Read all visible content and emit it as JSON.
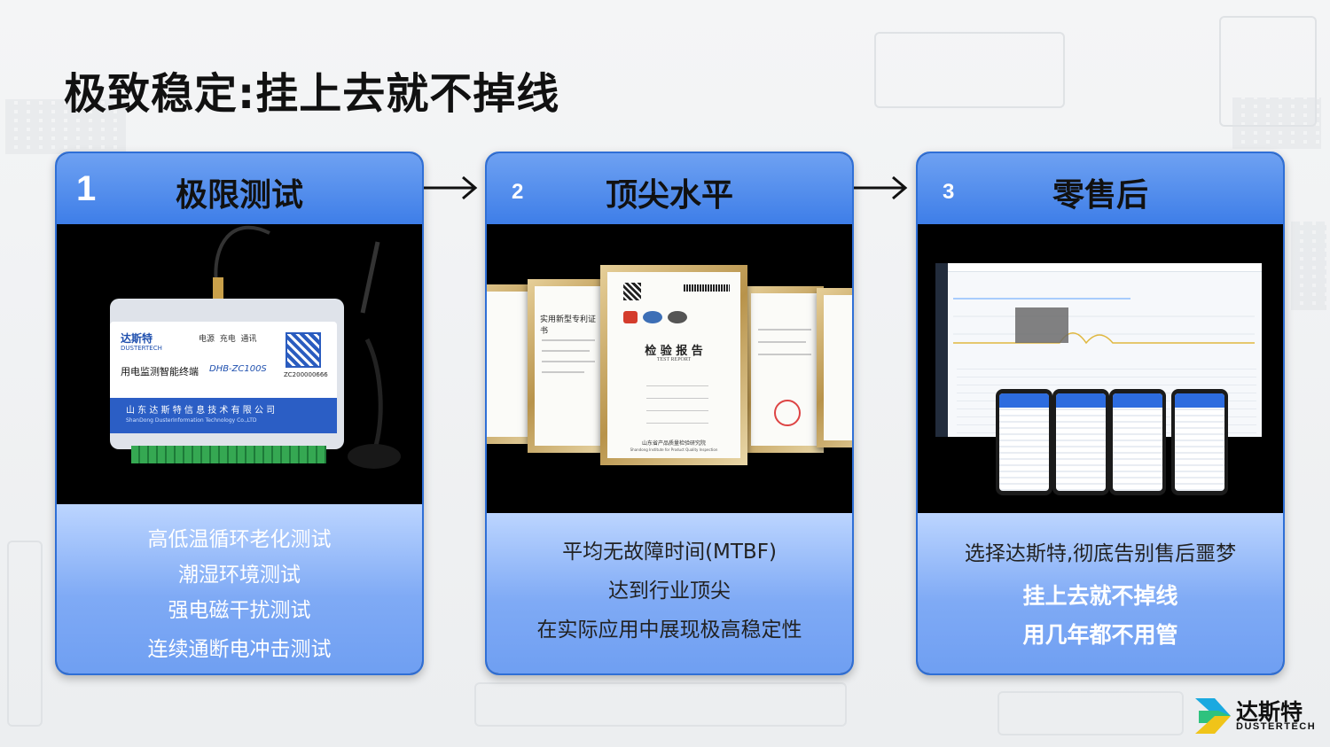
{
  "page": {
    "title": "极致稳定:挂上去就不掉线"
  },
  "cards": [
    {
      "number": "1",
      "title": "极限测试",
      "device": {
        "brand": "达斯特",
        "brand_en": "DUSTERTECH",
        "indicators": "电源  充电  通讯",
        "product": "用电监测智能终端",
        "model": "DHB-ZC100S",
        "serial": "ZC200000666",
        "company": "山 东 达 斯 特 信 息 技 术 有 限 公 司",
        "company_en": "ShanDong DusterInformation Technology Co.,LTD"
      },
      "lines": [
        "高低温循环老化测试",
        "潮湿环境测试",
        "强电磁干扰测试",
        "连续通断电冲击测试"
      ]
    },
    {
      "number": "2",
      "title": "顶尖水平",
      "certificate": {
        "heading": "检 验 报 告",
        "heading_en": "TEST REPORT",
        "issuer": "山东省产品质量检验研究院",
        "issuer_en": "Shandong Institute for Product Quality Inspection",
        "side_title": "实用新型专利证书"
      },
      "lines": [
        "平均无故障时间(MTBF)",
        "达到行业顶尖",
        "在实际应用中展现极高稳定性"
      ]
    },
    {
      "number": "3",
      "title": "零售后",
      "lines": [
        "选择达斯特,彻底告别售后噩梦"
      ],
      "strong_lines": [
        "挂上去就不掉线",
        "用几年都不用管"
      ]
    }
  ],
  "logo": {
    "name": "达斯特",
    "sub": "DUSTERTECH",
    "colors": [
      "#1aa9e0",
      "#2ec27e",
      "#f0c419"
    ]
  },
  "colors": {
    "card_header": "#4d88ec",
    "card_footer": "#7faaf5",
    "title": "#111111"
  }
}
